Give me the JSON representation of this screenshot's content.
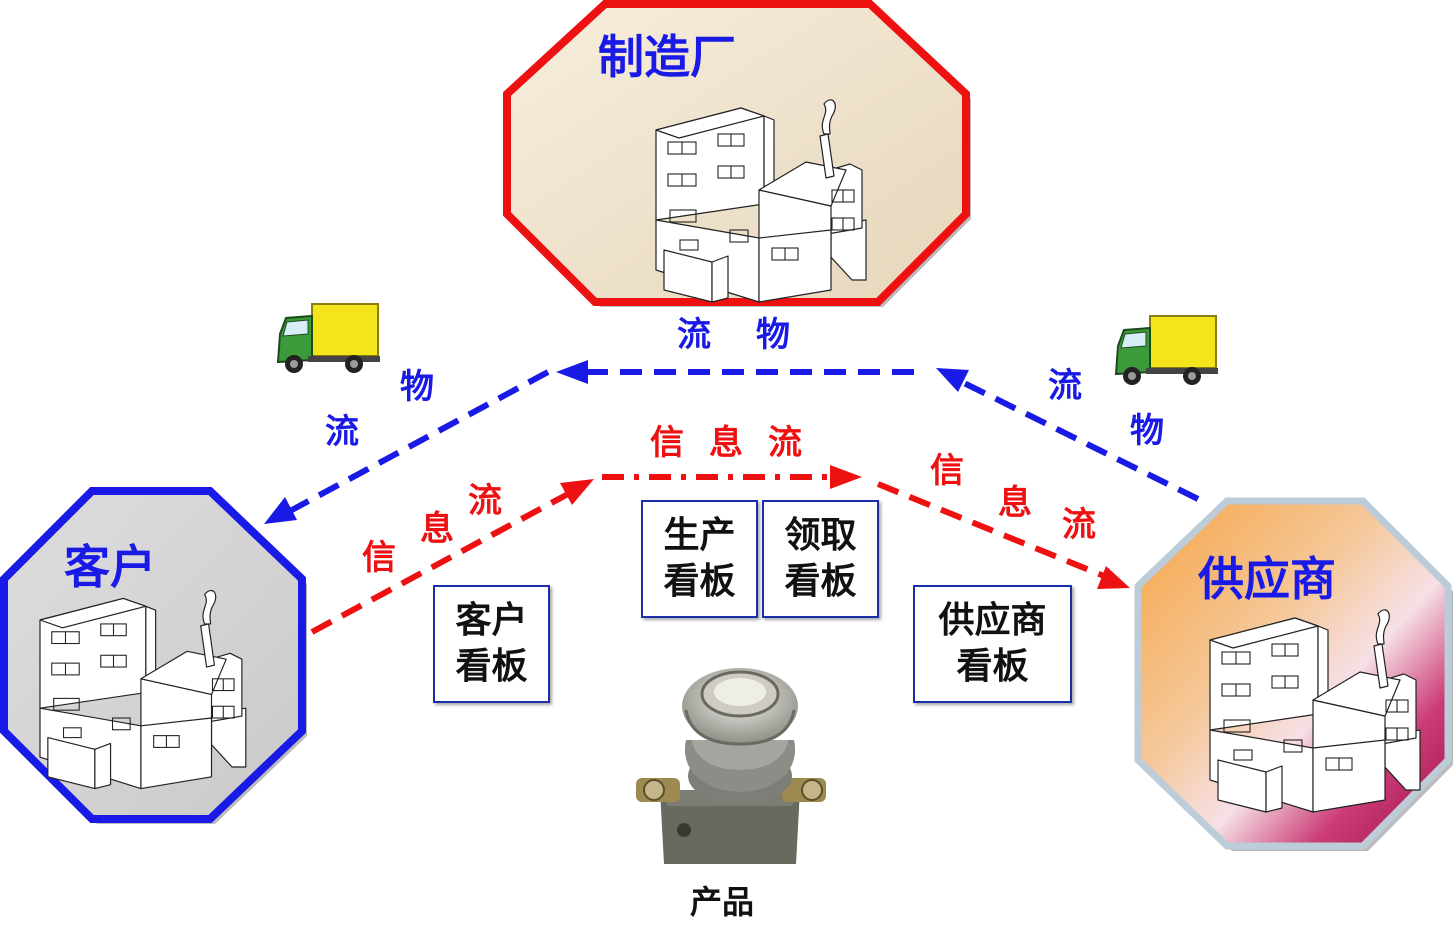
{
  "nodes": {
    "manufacturer": {
      "label": "制造厂"
    },
    "customer": {
      "label": "客户"
    },
    "supplier": {
      "label": "供应商"
    }
  },
  "flows": {
    "logistics_top": [
      "流",
      "物"
    ],
    "logistics_left": [
      "物",
      "流"
    ],
    "logistics_right": [
      "流",
      "物"
    ],
    "info_center": [
      "信",
      "息",
      "流"
    ],
    "info_left": [
      "信",
      "息",
      "流"
    ],
    "info_right": [
      "信",
      "息",
      "流"
    ]
  },
  "kanban": {
    "customer": [
      "客户",
      "看板"
    ],
    "production": [
      "生产",
      "看板"
    ],
    "withdrawal": [
      "领取",
      "看板"
    ],
    "supplier": [
      "供应商",
      "看板"
    ]
  },
  "product": {
    "label": "产品"
  },
  "colors": {
    "logistics": "#1a1ae6",
    "information": "#ee1111",
    "manufacturer_border": "#ee1111",
    "customer_border": "#1a1ae6",
    "supplier_border": "#bcccd8",
    "kanban_border": "#1a2fa8"
  },
  "icons": [
    "factory-icon",
    "truck-icon",
    "product-photo"
  ]
}
